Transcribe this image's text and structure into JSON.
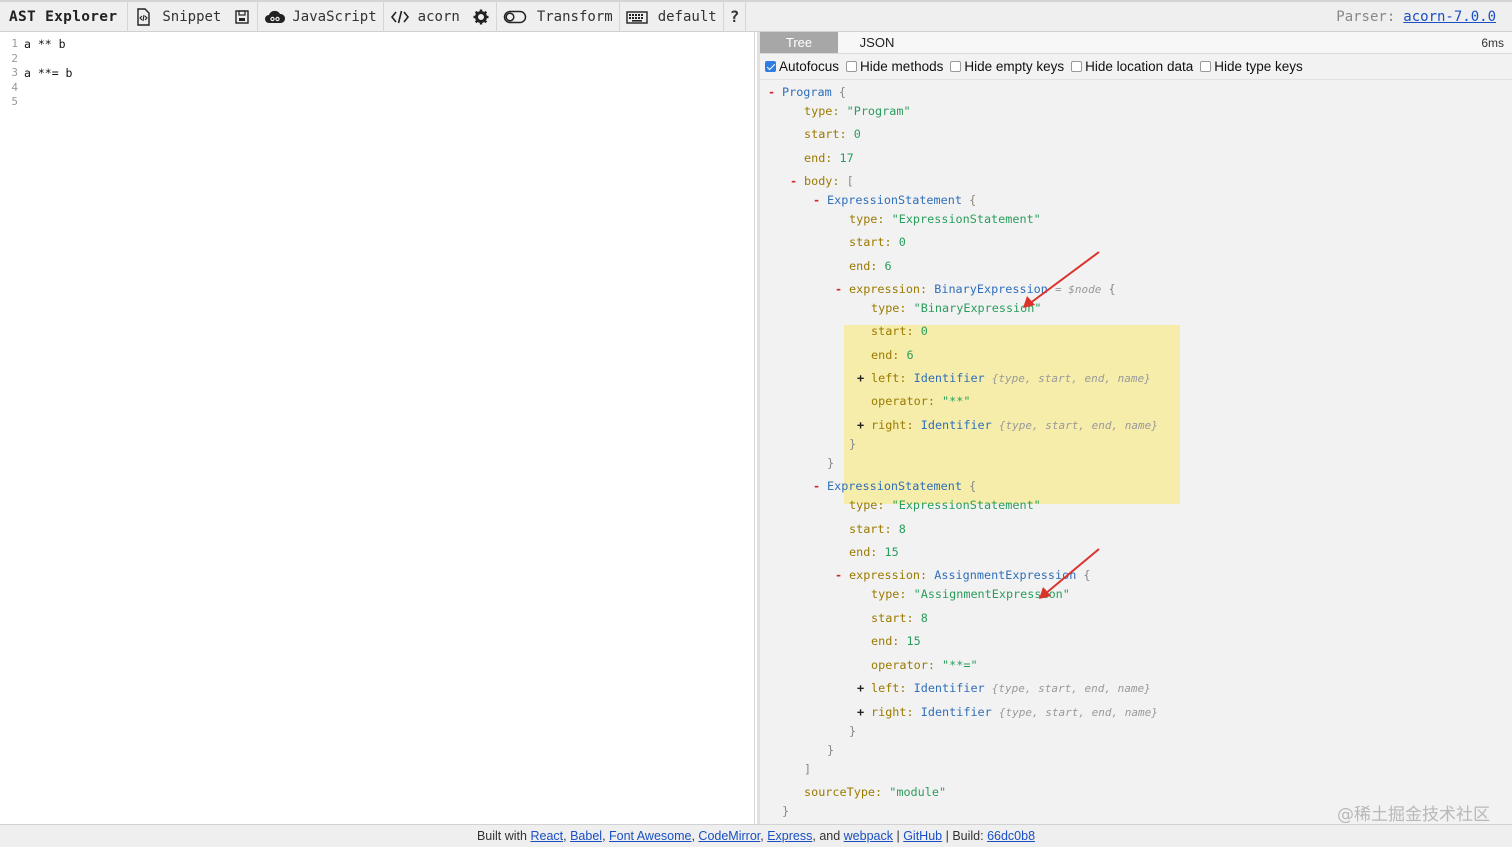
{
  "toolbar": {
    "brand": "AST Explorer",
    "snippet": "Snippet",
    "language": "JavaScript",
    "parser": "acorn",
    "transform": "Transform",
    "keymap": "default",
    "help": "?",
    "parser_label": "Parser:",
    "parser_version": "acorn-7.0.0",
    "icons": [
      "snippet-icon",
      "save-icon",
      "cloud-icon",
      "code-icon",
      "gear-icon",
      "toggle-icon",
      "keyboard-icon",
      "help-icon"
    ]
  },
  "editor": {
    "lines": [
      {
        "num": "1",
        "code": "a ** b"
      },
      {
        "num": "2",
        "code": ""
      },
      {
        "num": "3",
        "code": "a **= b"
      },
      {
        "num": "4",
        "code": ""
      },
      {
        "num": "5",
        "code": ""
      }
    ]
  },
  "output": {
    "tabs": [
      "Tree",
      "JSON"
    ],
    "active_tab": "Tree",
    "timing": "6ms",
    "options": [
      {
        "label": "Autofocus",
        "checked": true
      },
      {
        "label": "Hide methods",
        "checked": false
      },
      {
        "label": "Hide empty keys",
        "checked": false
      },
      {
        "label": "Hide location data",
        "checked": false
      },
      {
        "label": "Hide type keys",
        "checked": false
      }
    ],
    "tree": {
      "program": "Program",
      "program_type": "\"Program\"",
      "start0": "0",
      "end17": "17",
      "stmt": "ExpressionStatement",
      "stmt_type": "\"ExpressionStatement\"",
      "s1_start": "0",
      "s1_end": "6",
      "binexpr": "BinaryExpression",
      "node_hint": "= $node",
      "binexpr_type": "\"BinaryExpression\"",
      "b_start": "0",
      "b_end": "6",
      "identifier": "Identifier",
      "id_summary": "{type, start, end, name}",
      "b_operator": "\"**\"",
      "s2_start": "8",
      "s2_end": "15",
      "assign": "AssignmentExpression",
      "assign_type": "\"AssignmentExpression\"",
      "a_start": "8",
      "a_end": "15",
      "a_operator": "\"**=\"",
      "source_type": "\"module\"",
      "keys": {
        "type": "type:",
        "start": "start:",
        "end": "end:",
        "body": "body:",
        "expression": "expression:",
        "left": "left:",
        "right": "right:",
        "operator": "operator:",
        "sourceType": "sourceType:"
      }
    }
  },
  "footer": {
    "built_with": "Built with",
    "links": [
      "React",
      "Babel",
      "Font Awesome",
      "CodeMirror",
      "Express"
    ],
    "and": "and",
    "webpack": "webpack",
    "github": "GitHub",
    "build_label": "Build:",
    "build_hash": "66dc0b8"
  },
  "watermark": "@稀土掘金技术社区",
  "colors": {
    "accent_link": "#1a4fc4",
    "highlight": "#f6edab",
    "arrow": "#d9332b"
  }
}
